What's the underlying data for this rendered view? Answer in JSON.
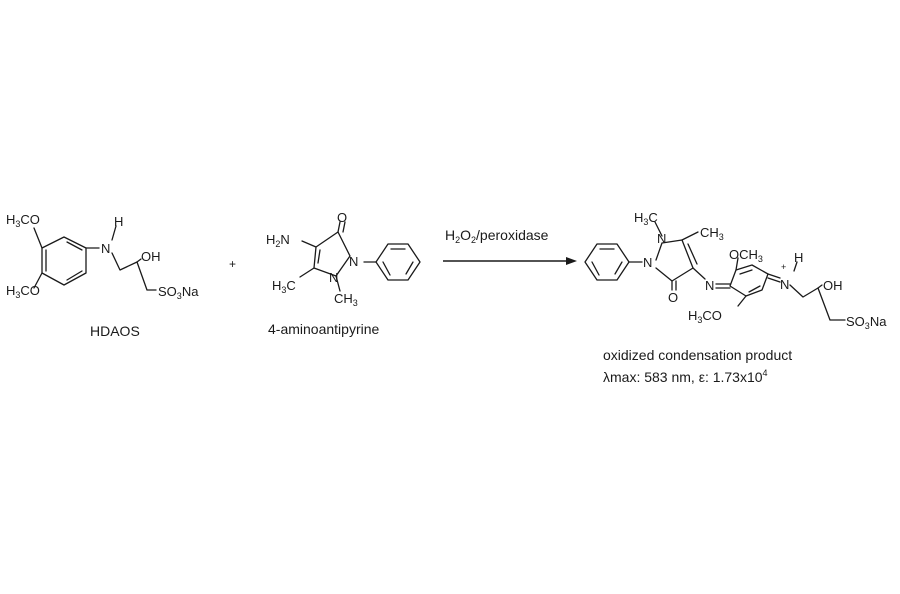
{
  "colors": {
    "ink": "#1a1a1a",
    "background": "#ffffff"
  },
  "reactant1": {
    "name": "HDAOS",
    "groups": {
      "methoxy_top": "H3CO",
      "methoxy_bottom": "H3CO",
      "amine_h": "H",
      "amine_n": "N",
      "hydroxyl": "OH",
      "sulfonate": "SO3Na"
    }
  },
  "plus_sign": "+",
  "reactant2": {
    "name": "4-aminoantipyrine",
    "groups": {
      "amino": "H2N",
      "carbonyl_o": "O",
      "ring_n1": "N",
      "ring_n2": "N",
      "methyl_c": "H3C",
      "n_methyl": "CH3"
    }
  },
  "arrow": {
    "reagent": "H2O2/peroxidase"
  },
  "product": {
    "caption": "oxidized condensation product",
    "lambda_max": "λmax: 583 nm, ε: 1.73x10",
    "exponent": "4",
    "groups": {
      "methyl_top": "H3C",
      "methyl_right": "CH3",
      "ring_n1": "N",
      "ring_n2": "N",
      "carbonyl_o": "O",
      "azo_n": "N",
      "methoxy_top": "OCH3",
      "methoxy_bottom": "H3CO",
      "iminium_n": "N",
      "iminium_charge": "+",
      "iminium_h": "H",
      "hydroxyl": "OH",
      "sulfonate": "SO3Na"
    }
  }
}
